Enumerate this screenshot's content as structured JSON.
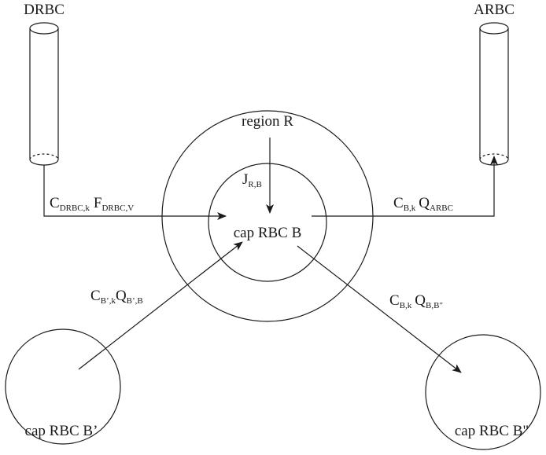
{
  "labels": {
    "drbc": "DRBC",
    "arbc": "ARBC",
    "region": "region R",
    "cap_b": "cap RBC B",
    "cap_b_prime": "cap RBC B’",
    "cap_b_dprime": "cap RBC B\""
  },
  "flows": {
    "j_rb": {
      "base": "J",
      "sub": "R,B"
    },
    "drbc_in": {
      "c_base": "C",
      "c_sub": "DRBC,k",
      "f_base": "F",
      "f_sub": "DRBC,V"
    },
    "arbc_out": {
      "c_base": "C",
      "c_sub": "B,k",
      "q_base": "Q",
      "q_sub": "ARBC"
    },
    "b_prime_in": {
      "c_base": "C",
      "c_sub": "B’,k",
      "q_base": "Q",
      "q_sub": "B’,B"
    },
    "b_dprime_out": {
      "c_base": "C",
      "c_sub": "B,k",
      "q_base": "Q",
      "q_sub": "B,B\""
    }
  }
}
